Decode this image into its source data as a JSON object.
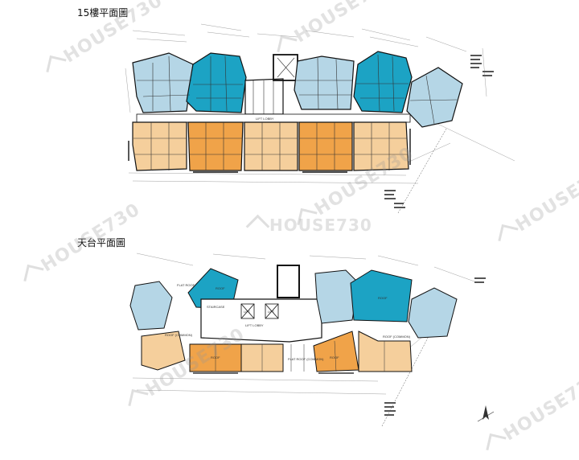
{
  "titles": {
    "floor15": "15樓平面圖",
    "roof": "天台平面圖"
  },
  "watermark": {
    "text": "HOUSE730"
  },
  "labels": {
    "lift_lobby": "LIFT LOBBY",
    "lift": "LIFT",
    "roof_common": "ROOF (COMMON)",
    "flat_roof": "FLAT ROOF",
    "roof": "ROOF",
    "staircase": "STAIRCASE",
    "common_flat_roof": "FLAT ROOF (COMMON)"
  },
  "colors": {
    "light_blue": "#b5d6e6",
    "teal": "#1ca3c4",
    "light_orange": "#f5cf9c",
    "orange": "#f0a349",
    "wall": "#111111",
    "line": "#777777"
  }
}
